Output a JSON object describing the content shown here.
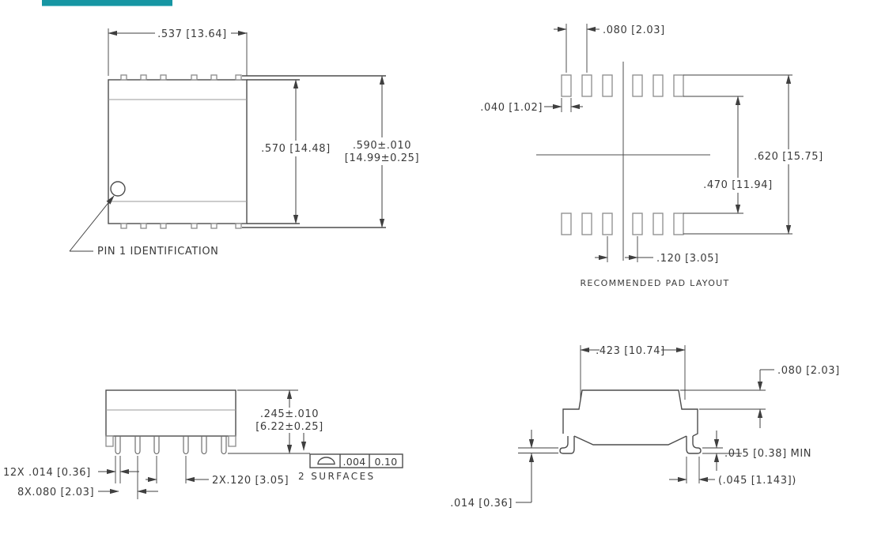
{
  "accent": {
    "highlight_bar_color": "#1696a3"
  },
  "colors": {
    "line": "#4d4d4d",
    "dimension": "#3f3f3f",
    "text": "#3a3a3a"
  },
  "top_view": {
    "dim_width": ".537 [13.64]",
    "dim_body_height": ".570 [14.48]",
    "dim_overall_height_line1": ".590±.010",
    "dim_overall_height_line2": "[14.99±0.25]",
    "pin1_callout": "PIN 1 IDENTIFICATION"
  },
  "pad_layout": {
    "dim_pad_pitch": ".080 [2.03]",
    "dim_pad_width": ".040 [1.02]",
    "dim_outer_span": ".620 [15.75]",
    "dim_inner_span": ".470 [11.94]",
    "dim_center_gap": ".120 [3.05]",
    "caption": "RECOMMENDED PAD LAYOUT"
  },
  "side_view": {
    "dim_height_line1": ".245±.010",
    "dim_height_line2": "[6.22±0.25]",
    "dim_lead_width": "12X .014 [0.36]",
    "dim_lead_pitch": "8X.080 [2.03]",
    "dim_center_gap": "2X.120 [3.05]",
    "fcf": {
      "symbol": "profile-of-a-surface",
      "tol_inch": ".004",
      "tol_mm": "0.10",
      "note": "2 SURFACES"
    }
  },
  "end_view": {
    "dim_top_width": ".423 [10.74]",
    "dim_shoulder_height": ".080 [2.03]",
    "dim_standoff": ".015 [0.38] MIN",
    "dim_foot_length": "(.045 [1.143])",
    "dim_lead_thickness": ".014 [0.36]"
  }
}
